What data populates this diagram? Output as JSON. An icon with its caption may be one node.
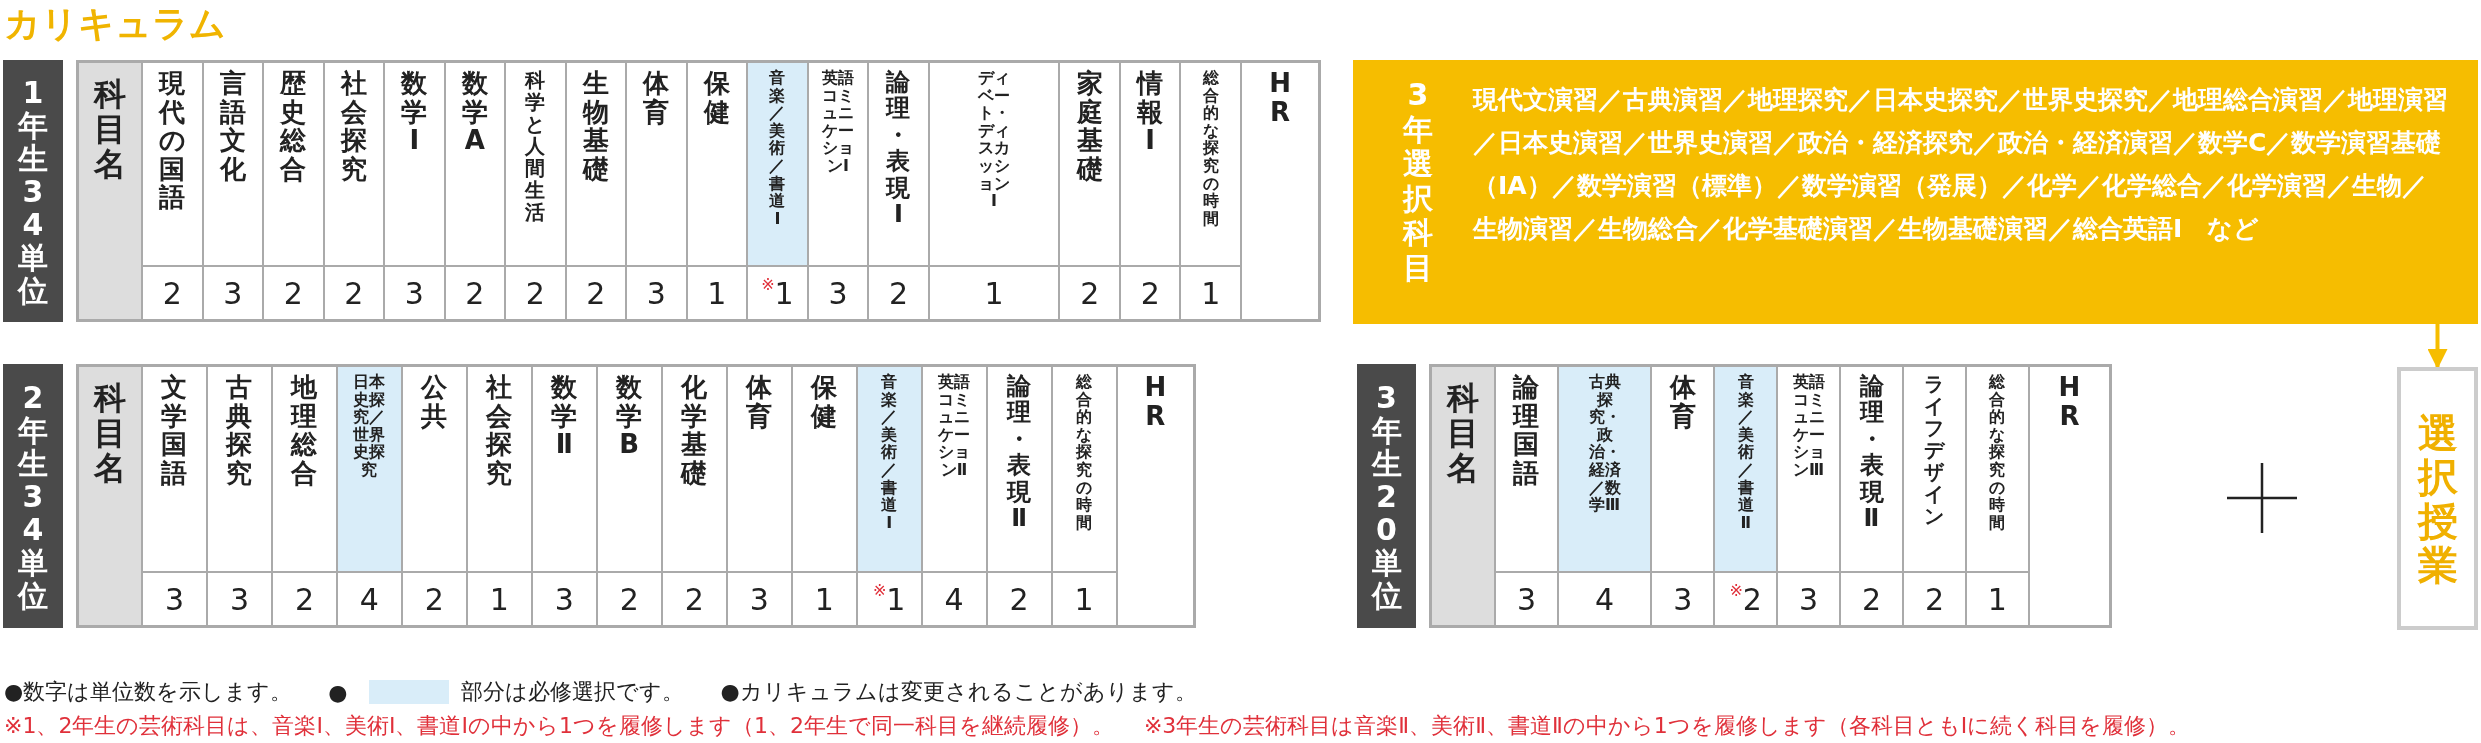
{
  "diagram": {
    "title": "カリキュラム",
    "nodes": [
      {
        "text": [
          "1年生 34単位"
        ]
      },
      {
        "text": [
          "科目名"
        ]
      },
      {
        "text": [
          "現代の国語",
          "2"
        ],
        "in": 1
      },
      {
        "text": [
          "言語文化",
          "3"
        ],
        "in": 1
      },
      {
        "text": [
          "歴史総合",
          "2"
        ],
        "in": 1
      },
      {
        "text": [
          "社会探究",
          "2"
        ],
        "in": 1
      },
      {
        "text": [
          "数学Ⅰ",
          "3"
        ],
        "in": 1
      },
      {
        "text": [
          "数学A",
          "2"
        ],
        "in": 1
      },
      {
        "text": [
          "科学と人間生活",
          "2"
        ],
        "in": 1
      },
      {
        "text": [
          "生物基礎",
          "2"
        ],
        "in": 1
      },
      {
        "text": [
          "体育",
          "3"
        ],
        "in": 1
      },
      {
        "text": [
          "保健",
          "1"
        ],
        "in": 1
      },
      {
        "text": [
          "音楽／美術／書道Ⅰ",
          "$^{※}$1"
        ],
        "in": 1
      },
      {
        "text": [
          "英語コミュニケーションⅠ",
          "3"
        ],
        "in": 1
      },
      {
        "text": [
          "論理・表現Ⅰ",
          "2"
        ],
        "in": 1
      },
      {
        "text": [
          "ディベート・ディスカッションⅠ",
          "1"
        ],
        "in": 1
      },
      {
        "text": [
          "家庭基礎",
          "2"
        ],
        "in": 1
      },
      {
        "text": [
          "情報Ⅰ",
          "2"
        ],
        "in": 1
      },
      {
        "text": [
          "総合的な探究の時間",
          "1"
        ],
        "in": 1
      },
      {
        "text": [
          "HR"
        ],
        "in": 1
      },
      {
        "text": [
          "3年選択科目",
          "現代文演習／古典演習／地理探究／日本史探究／世界史探究／地理総合演習／地理演習／日本史演習／世界史演習／政治・経済探究／政治・経済演習／数学C／数学演習基礎（IA）／数学演習（標準）／数学演習（発展）／化学／化学総合／化学演習／生物／生物演習／生物総合／化学基礎演習／生物基礎演習／総合英語I　など"
        ]
      },
      {
        "text": [
          "2年生 34単位"
        ]
      },
      {
        "text": [
          "科目名"
        ]
      },
      {
        "text": [
          "文学国語",
          "3"
        ],
        "in": 22
      },
      {
        "text": [
          "古典探究",
          "3"
        ],
        "in": 22
      },
      {
        "text": [
          "地理総合",
          "2"
        ],
        "in": 22
      },
      {
        "text": [
          "日本史探究／世界史探究",
          "4"
        ],
        "in": 22
      },
      {
        "text": [
          "公共",
          "2"
        ],
        "in": 22
      },
      {
        "text": [
          "社会探究",
          "1"
        ],
        "in": 22
      },
      {
        "text": [
          "数学Ⅱ",
          "3"
        ],
        "in": 22
      },
      {
        "text": [
          "数学B",
          "2"
        ],
        "in": 22
      },
      {
        "text": [
          "化学基礎",
          "2"
        ],
        "in": 22
      },
      {
        "text": [
          "体育",
          "3"
        ],
        "in": 22
      },
      {
        "text": [
          "保健",
          "1"
        ],
        "in": 22
      },
      {
        "text": [
          "音楽／美術／書道Ⅰ",
          "$^{※}$1"
        ],
        "in": 22
      },
      {
        "text": [
          "英語コミュニケーションⅡ",
          "4"
        ],
        "in": 22
      },
      {
        "text": [
          "論理・表現Ⅱ",
          "2"
        ],
        "in": 22
      },
      {
        "text": [
          "総合的な探究の時間",
          "1"
        ],
        "in": 22
      },
      {
        "text": [
          "HR"
        ],
        "in": 22
      },
      {
        "text": [
          "3年生 20単位"
        ]
      },
      {
        "text": [
          "科目名"
        ]
      },
      {
        "text": [
          "論理国語",
          "3"
        ],
        "in": 40
      },
      {
        "text": [
          "古典探究・政治・経済／数学Ⅲ",
          "4"
        ],
        "in": 40
      },
      {
        "text": [
          "体育",
          "3"
        ],
        "in": 40
      },
      {
        "text": [
          "音楽／美術／書道Ⅱ",
          "$^{※}$2"
        ],
        "in": 40
      },
      {
        "text": [
          "英語コミュニケーションⅢ",
          "3"
        ],
        "in": 40
      },
      {
        "text": [
          "論理・表現Ⅱ",
          "2"
        ],
        "in": 40
      },
      {
        "text": [
          "ライフデザイン",
          "2"
        ],
        "in": 40
      },
      {
        "text": [
          "総合的な探究の時間",
          "1"
        ],
        "in": 40
      },
      {
        "text": [
          "HR"
        ],
        "in": 40
      },
      {
        "text": [
          "選択授業"
        ]
      }
    ],
    "edges": [
      {
        "from": 20,
        "to": 50,
        "arrow": "to"
      }
    ],
    "labels": [
      "●数字は単位数を示します。",
      "●",
      "●カリキュラムは変更されることがあります。",
      "※1、2年生の芸術科目は、音楽Ⅰ、美術Ⅰ、書道Ⅰの中から1つを履修します（1、2年生で同一科目を継続履修）。",
      "※3年生の芸術科目は音楽Ⅱ、美術Ⅱ、書道Ⅱの中から1つを履修します（各科目ともⅠに続く科目を履修）。"
    ],
    "legend": [
      {
        "text": "部分は必修選択です。",
        "color": "#d9edf9"
      }
    ]
  }
}
